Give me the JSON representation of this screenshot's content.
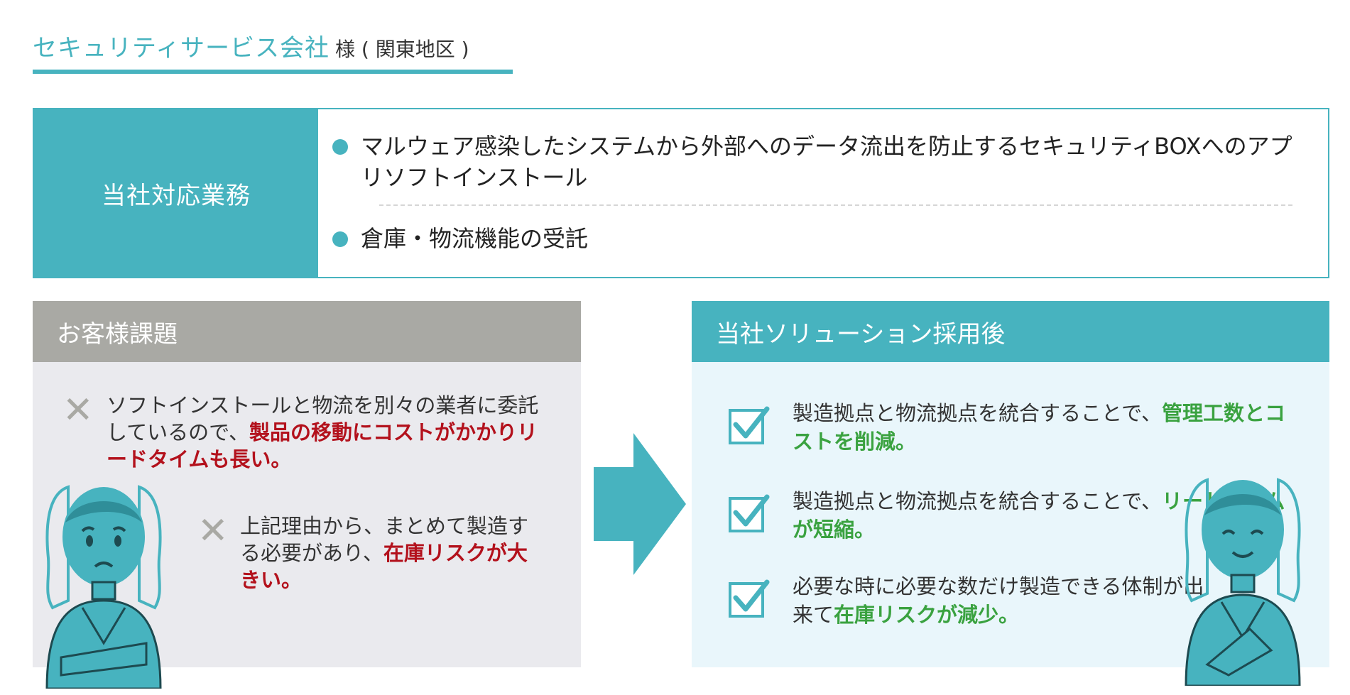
{
  "title": {
    "company": "セキュリティサービス会社",
    "suffix": "様 ( 関東地区 )"
  },
  "services": {
    "label": "当社対応業務",
    "items": [
      "マルウェア感染したシステムから外部へのデータ流出を防止するセキュリティBOXへのアプリソフトインストール",
      "倉庫・物流機能の受託"
    ]
  },
  "issues": {
    "header": "お客様課題",
    "items": [
      {
        "text": "ソフトインストールと物流を別々の業者に委託しているので、",
        "highlight": "製品の移動にコストがかかりリードタイムも長い。"
      },
      {
        "text": "上記理由から、まとめて製造する必要があり、",
        "highlight": "在庫リスクが大きい。"
      }
    ]
  },
  "solution": {
    "header": "当社ソリューション採用後",
    "items": [
      {
        "text": "製造拠点と物流拠点を統合することで、",
        "highlight": "管理工数とコストを削減。"
      },
      {
        "text": "製造拠点と物流拠点を統合することで、",
        "highlight": "リードタイムが短縮。"
      },
      {
        "text": "必要な時に必要な数だけ製造できる体制が出来て",
        "highlight": "在庫リスクが減少。"
      }
    ]
  },
  "colors": {
    "teal": "#47b3bf",
    "gray": "#a9a9a4",
    "red_highlight": "#b3111c",
    "green_highlight": "#3aa240",
    "issues_bg": "#eaeaee",
    "solution_bg": "#e9f6fb"
  },
  "icons": {
    "issue_marker": "x-mark-icon",
    "solution_marker": "checkbox-check-icon",
    "flow": "right-arrow-icon",
    "left_person": "worried-woman-icon",
    "right_person": "smiling-woman-icon"
  }
}
